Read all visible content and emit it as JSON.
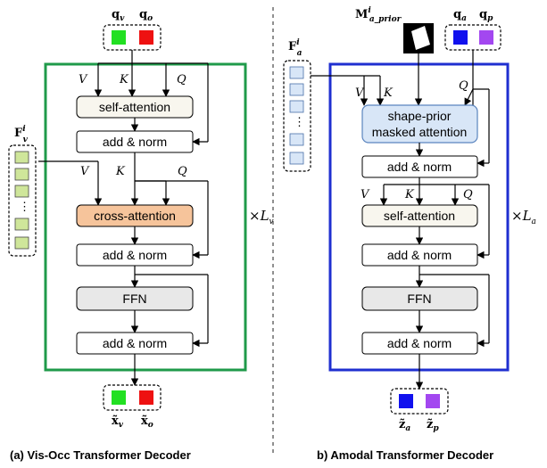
{
  "colors": {
    "left_frame": "#1f9a4a",
    "right_frame": "#1f2fd0",
    "self_attention_fill": "#f8f6ee",
    "cross_attention_fill": "#f6c49b",
    "ffn_fill": "#e8e8e8",
    "shape_prior_fill": "#d8e6f7",
    "tile_green": "#cfe69a",
    "tile_blue": "#d8e6f7",
    "query_green": "#22e022",
    "query_red": "#ee1111",
    "query_blue": "#1111ee",
    "query_purple": "#a347f0"
  },
  "left": {
    "caption": "(a) Vis-Occ Transformer Decoder",
    "repeat_times": "×",
    "repeat_L": "L",
    "repeat_sub": "v",
    "feature_label": "F",
    "feature_sup": "i",
    "feature_sub": "v",
    "q_top": [
      {
        "sym": "q",
        "sub": "v"
      },
      {
        "sym": "q",
        "sub": "o"
      }
    ],
    "x_out": [
      {
        "sym": "x̃",
        "sub": "v"
      },
      {
        "sym": "x̃",
        "sub": "o"
      }
    ],
    "v_label": "V",
    "k_label": "K",
    "q_label": "Q",
    "blocks": {
      "self_attention": "self-attention",
      "add_norm_1": "add & norm",
      "cross_attention": "cross-attention",
      "add_norm_2": "add & norm",
      "ffn": "FFN",
      "add_norm_3": "add & norm"
    }
  },
  "right": {
    "caption": "b) Amodal Transformer Decoder",
    "repeat_times": "×",
    "repeat_L": "L",
    "repeat_sub": "a",
    "feature_label": "F",
    "feature_sup": "i",
    "feature_sub": "a",
    "mask_label": "M",
    "mask_sup": "i",
    "mask_sub": "a_prior",
    "q_top": [
      {
        "sym": "q",
        "sub": "a"
      },
      {
        "sym": "q",
        "sub": "p"
      }
    ],
    "z_out": [
      {
        "sym": "z̃",
        "sub": "a"
      },
      {
        "sym": "z̃",
        "sub": "p"
      }
    ],
    "v_label": "V",
    "k_label": "K",
    "q_label": "Q",
    "blocks": {
      "shape_prior_line1": "shape-prior",
      "shape_prior_line2": "masked attention",
      "add_norm_1": "add & norm",
      "self_attention": "self-attention",
      "add_norm_2": "add & norm",
      "ffn": "FFN",
      "add_norm_3": "add & norm"
    }
  },
  "dots": "⋮"
}
